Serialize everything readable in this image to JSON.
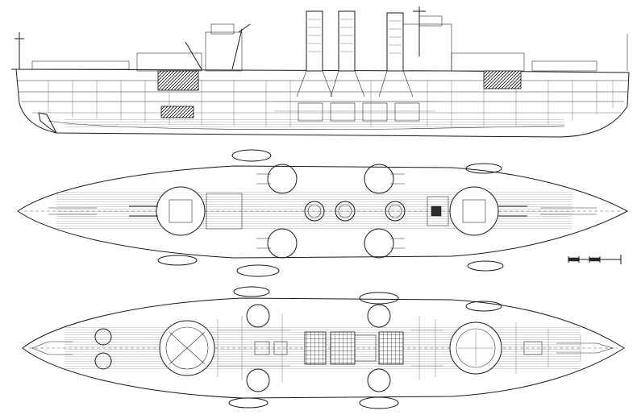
{
  "drawing": {
    "views": [
      "inboard-profile",
      "upper-deck-plan",
      "main-deck-plan"
    ],
    "ink_color": "#1a1a1a",
    "paper_color": "#ffffff"
  }
}
